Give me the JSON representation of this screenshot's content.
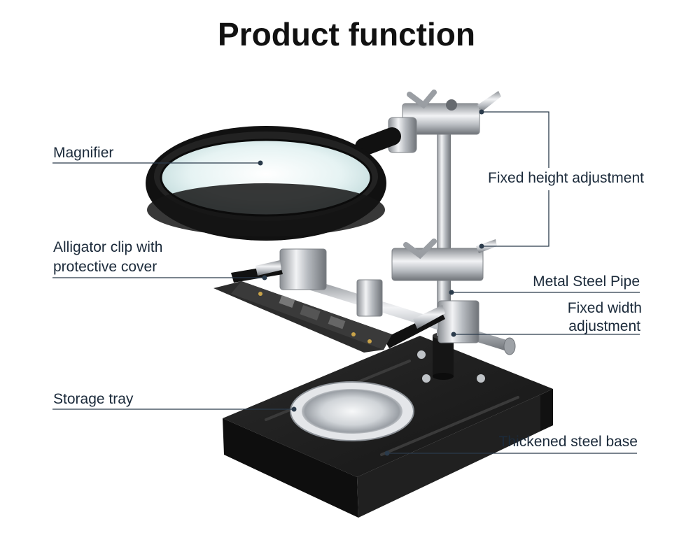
{
  "title": "Product function",
  "callouts": {
    "magnifier": "Magnifier",
    "alligator_clip_line1": "Alligator clip with",
    "alligator_clip_line2": "protective cover",
    "storage_tray": "Storage tray",
    "fixed_height": "Fixed height adjustment",
    "metal_pipe": "Metal Steel Pipe",
    "fixed_width_line1": "Fixed width",
    "fixed_width_line2": "adjustment",
    "steel_base": "Thickened steel base"
  },
  "colors": {
    "leader_line": "#2b3b4b",
    "base": "#1a1a1a",
    "chrome": "#c9ccd0",
    "pcb": "#2c2c2c"
  }
}
